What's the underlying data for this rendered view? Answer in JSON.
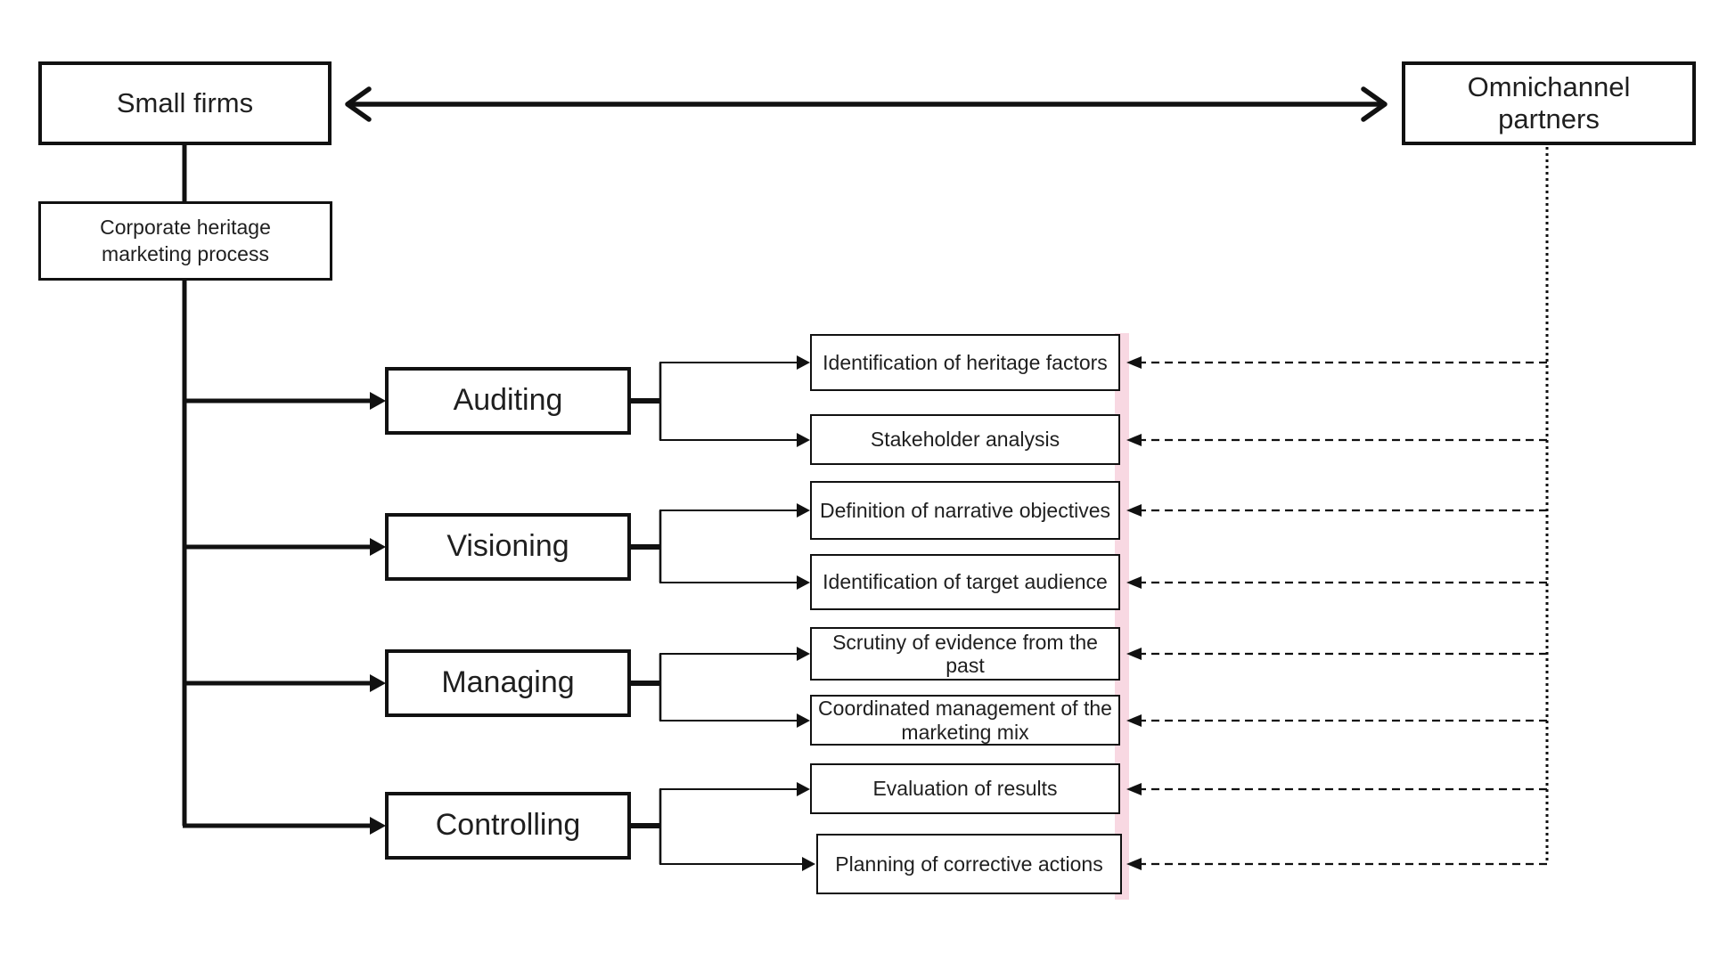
{
  "diagram": {
    "left_actor": {
      "label": "Small firms"
    },
    "right_actor": {
      "label": "Omnichannel partners"
    },
    "process_box": {
      "label": "Corporate heritage marketing process"
    },
    "stages": [
      {
        "label": "Auditing",
        "steps": [
          {
            "label": "Identification of heritage factors"
          },
          {
            "label": "Stakeholder analysis"
          }
        ]
      },
      {
        "label": "Visioning",
        "steps": [
          {
            "label": "Definition of narrative objectives"
          },
          {
            "label": "Identification of target audience"
          }
        ]
      },
      {
        "label": "Managing",
        "steps": [
          {
            "label": "Scrutiny of evidence from the past"
          },
          {
            "label": "Coordinated management of the marketing mix"
          }
        ]
      },
      {
        "label": "Controlling",
        "steps": [
          {
            "label": "Evaluation of results"
          },
          {
            "label": "Planning of corrective actions"
          }
        ]
      }
    ],
    "colors": {
      "line": "#111111",
      "highlight": "#F8D8E2",
      "background": "#FFFFFF",
      "text": "#1F1F1F"
    }
  }
}
